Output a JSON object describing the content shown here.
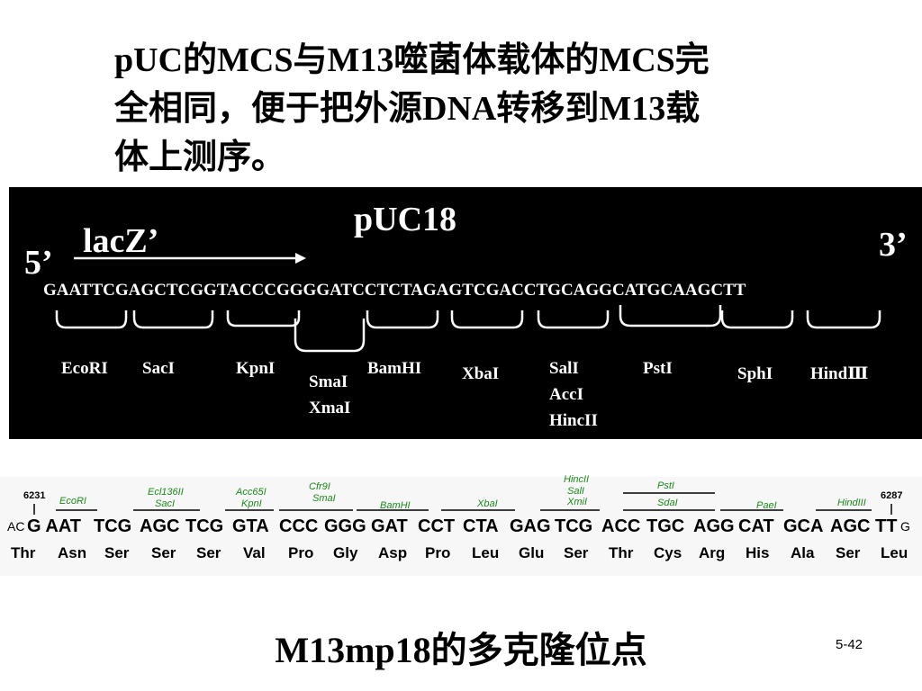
{
  "intro": {
    "line1": "pUC的MCS与M13噬菌体载体的MCS完",
    "line2": "全相同，便于把外源DNA转移到M13载",
    "line3": "体上测序。"
  },
  "puc18": {
    "title": "pUC18",
    "five_prime": "5’",
    "three_prime": "3’",
    "lacz": "lacZ’",
    "sequence": "GAATTCGAGCTCGGTACCCGGGGATCCTCTAGAGTCGACCTGCAGGCATGCAAGCTT",
    "sites": [
      {
        "label": "EcoRI"
      },
      {
        "label": "SacI"
      },
      {
        "label": "KpnI"
      },
      {
        "label": "SmaI"
      },
      {
        "label": "XmaI"
      },
      {
        "label": "BamHI"
      },
      {
        "label": "XbaI"
      },
      {
        "label": "SalI"
      },
      {
        "label": "AccI"
      },
      {
        "label": "HincII"
      },
      {
        "label": "PstI"
      },
      {
        "label": "SphI"
      },
      {
        "label": "HindⅢ"
      }
    ]
  },
  "m13": {
    "start_pos": "6231",
    "end_pos": "6287",
    "enzymes": [
      "EcoRI",
      "Ecl136II",
      "SacI",
      "Acc65I",
      "KpnI",
      "Cfr9I",
      "SmaI",
      "BamHI",
      "XbaI",
      "HincII",
      "SalI",
      "XmiI",
      "PstI",
      "SdaI",
      "PaeI",
      "HindIII"
    ],
    "codons": [
      "AC",
      "G AAT",
      "TCG",
      "AGC",
      "TCG",
      "GTA",
      "CCC",
      "GGG",
      "GAT",
      "CCT",
      "CTA",
      "GAG",
      "TCG",
      "ACC",
      "TGC",
      "AGG",
      "CAT",
      "GCA",
      "AGC",
      "TT",
      "G"
    ],
    "amino_acids": [
      "Thr",
      "Asn",
      "Ser",
      "Ser",
      "Ser",
      "Val",
      "Pro",
      "Gly",
      "Asp",
      "Pro",
      "Leu",
      "Glu",
      "Ser",
      "Thr",
      "Cys",
      "Arg",
      "His",
      "Ala",
      "Ser",
      "Leu"
    ]
  },
  "bottom_title": "M13mp18的多克隆位点",
  "slide_number": "5-42",
  "colors": {
    "enzyme_label": "#1a8a1a",
    "panel_bg": "#000000"
  }
}
